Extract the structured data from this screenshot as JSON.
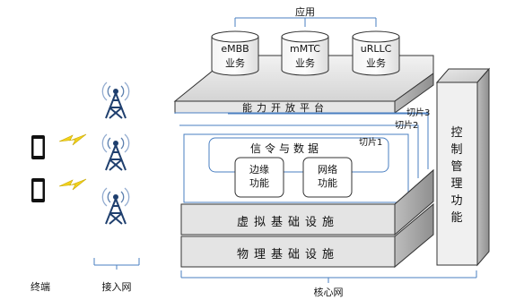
{
  "applications": {
    "title": "应用",
    "services": [
      {
        "name": "eMBB",
        "sub": "业务"
      },
      {
        "name": "mMTC",
        "sub": "业务"
      },
      {
        "name": "uRLLC",
        "sub": "业务"
      }
    ]
  },
  "platform": {
    "label": "能力开放平台"
  },
  "slices": {
    "slice3": "切片3",
    "slice2": "切片2",
    "slice1": "切片1"
  },
  "signaling": {
    "label": "信令与数据"
  },
  "functions": {
    "edge": "边缘\n功能",
    "network": "网络\n功能"
  },
  "layers": {
    "virtual": "虚拟基础设施",
    "physical": "物理基础设施"
  },
  "management": {
    "label": "控制管理功能"
  },
  "bottom": {
    "terminal": "终端",
    "access": "接入网",
    "core": "核心网"
  }
}
